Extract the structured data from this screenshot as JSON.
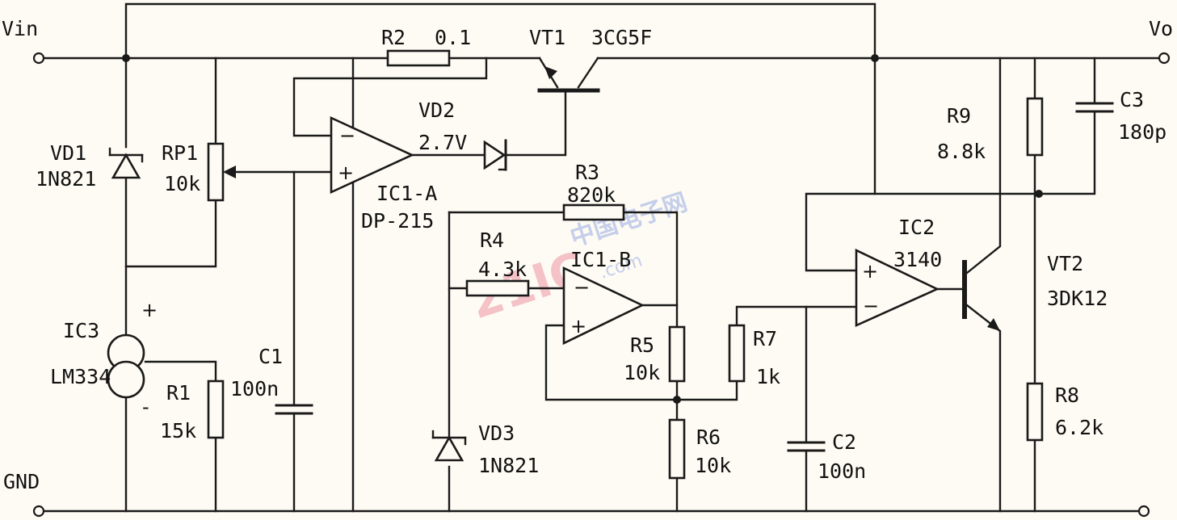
{
  "terminals": {
    "vin": "Vin",
    "gnd": "GND",
    "vo": "Vo"
  },
  "components": {
    "vd1": {
      "name": "VD1",
      "value": "1N821"
    },
    "rp1": {
      "name": "RP1",
      "value": "10k"
    },
    "r2": {
      "name": "R2",
      "value": "0.1"
    },
    "vt1": {
      "name": "VT1",
      "value": "3CG5F"
    },
    "vd2": {
      "name": "VD2",
      "value": "2.7V"
    },
    "ic1a": {
      "name": "IC1-A",
      "value": "DP-215"
    },
    "r3": {
      "name": "R3",
      "value": "820k"
    },
    "r4": {
      "name": "R4",
      "value": "4.3k"
    },
    "ic1b": {
      "name": "IC1-B"
    },
    "ic3": {
      "name": "IC3",
      "value": "LM334"
    },
    "r1": {
      "name": "R1",
      "value": "15k"
    },
    "c1": {
      "name": "C1",
      "value": "100n"
    },
    "vd3": {
      "name": "VD3",
      "value": "1N821"
    },
    "r5": {
      "name": "R5",
      "value": "10k"
    },
    "r6": {
      "name": "R6",
      "value": "10k"
    },
    "r7": {
      "name": "R7",
      "value": "1k"
    },
    "c2": {
      "name": "C2",
      "value": "100n"
    },
    "ic2": {
      "name": "IC2",
      "value": "3140"
    },
    "r9": {
      "name": "R9",
      "value": "8.8k"
    },
    "c3": {
      "name": "C3",
      "value": "180p"
    },
    "vt2": {
      "name": "VT2",
      "value": "3DK12"
    },
    "r8": {
      "name": "R8",
      "value": "6.2k"
    }
  },
  "signs": {
    "plus": "+",
    "minus": "−",
    "minus_short": "-"
  },
  "watermark": {
    "cn": "中国电子网",
    "brand": "21IC",
    "url": ".com"
  }
}
